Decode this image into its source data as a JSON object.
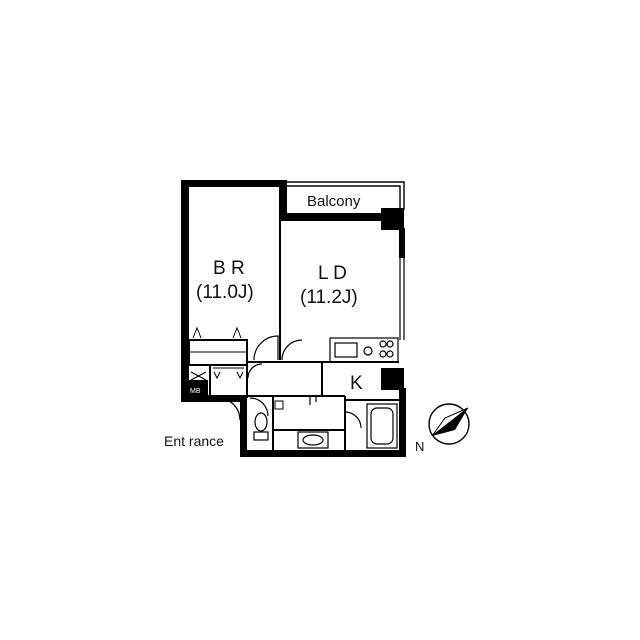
{
  "plan": {
    "rooms": {
      "balcony": "Balcony",
      "br_name": "B R",
      "br_size": "(11.0J)",
      "ld_name": "L D",
      "ld_size": "(11.2J)",
      "kitchen": "K",
      "entrance": "Ent rance",
      "mb": "MB"
    },
    "compass": {
      "label": "N",
      "icon": "north-arrow-icon"
    },
    "colors": {
      "wall": "#000000",
      "line": "#222222",
      "background": "#ffffff"
    }
  }
}
